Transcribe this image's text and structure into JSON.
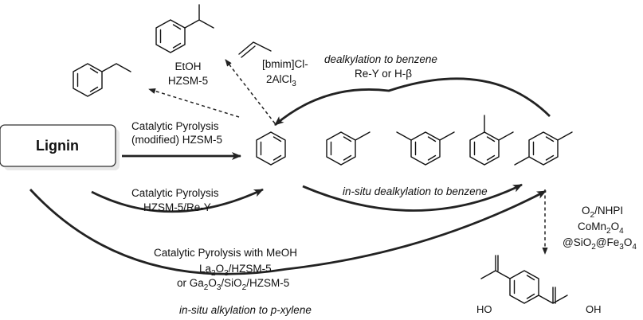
{
  "lignin_label": "Lignin",
  "reagents": {
    "etoh": "EtOH",
    "hzsm5": "HZSM-5",
    "bmim_1": "[bmim]Cl-",
    "bmim_2_pre": "2AlCl",
    "bmim_2_sub": "3",
    "dealk_title": "dealkylation to benzene",
    "rey_hb": "Re-Y or H-β",
    "cat_pyro_1": "Catalytic Pyrolysis",
    "cat_pyro_2": "(modified) HZSM-5",
    "cat_pyro_3": "Catalytic Pyrolysis",
    "cat_pyro_4": "HZSM-5/Re-Y",
    "insitu_dealk_italic": "in-situ",
    "insitu_dealk_rest": " dealkylation to benzene",
    "meoh_line1": "Catalytic Pyrolysis with MeOH",
    "la_a": "La",
    "la_b": "2",
    "la_c": "O",
    "la_d": "3",
    "la_e": "/HZSM-5",
    "ga_a": "or Ga",
    "ga_b": "2",
    "ga_c": "O",
    "ga_d": "3",
    "ga_e": "/SiO",
    "ga_f": "2",
    "ga_g": "/HZSM-5",
    "alk_italic": "in-situ alkylation to p-xylene",
    "ox_1a": "O",
    "ox_1b": "2",
    "ox_1c": "/NHPI",
    "ox_2a": "CoMn",
    "ox_2b": "2",
    "ox_2c": "O",
    "ox_2d": "4",
    "ox_3a": "@SiO",
    "ox_3b": "2",
    "ox_3c": "@Fe",
    "ox_3d": "3",
    "ox_3e": "O",
    "ox_3f": "4",
    "ho": "HO",
    "oh": "OH"
  }
}
